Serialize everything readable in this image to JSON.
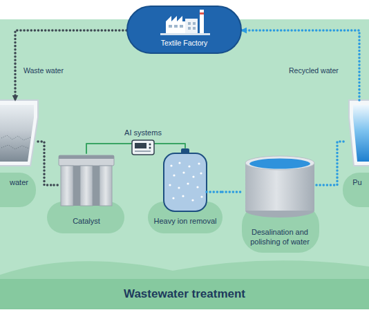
{
  "diagram": {
    "nodes": [
      {
        "text": [
          "Textile Factory"
        ]
      },
      {
        "text": [
          "water"
        ]
      },
      {
        "text": [
          "AI systems"
        ]
      },
      {
        "text": [
          "Catalyst"
        ]
      },
      {
        "text": [
          "Heavy ion removal"
        ]
      },
      {
        "text": [
          "Desalination and polishing of water"
        ]
      },
      {
        "text": [
          "Pu"
        ]
      },
      {
        "text": [
          "Wastewater treatment"
        ]
      }
    ],
    "edges": [
      {
        "from": 0,
        "to": 1,
        "label": "Waste water",
        "arrow": "to"
      },
      {
        "from": 1,
        "to": 3,
        "arrow": "none"
      },
      {
        "from": 2,
        "to": 3,
        "arrow": "none"
      },
      {
        "from": 2,
        "to": 4,
        "arrow": "none"
      },
      {
        "from": 4,
        "to": 5,
        "arrow": "none"
      },
      {
        "from": 5,
        "to": 6,
        "arrow": "none"
      },
      {
        "from": 6,
        "to": 0,
        "label": "Recycled water",
        "arrow": "to"
      }
    ]
  }
}
